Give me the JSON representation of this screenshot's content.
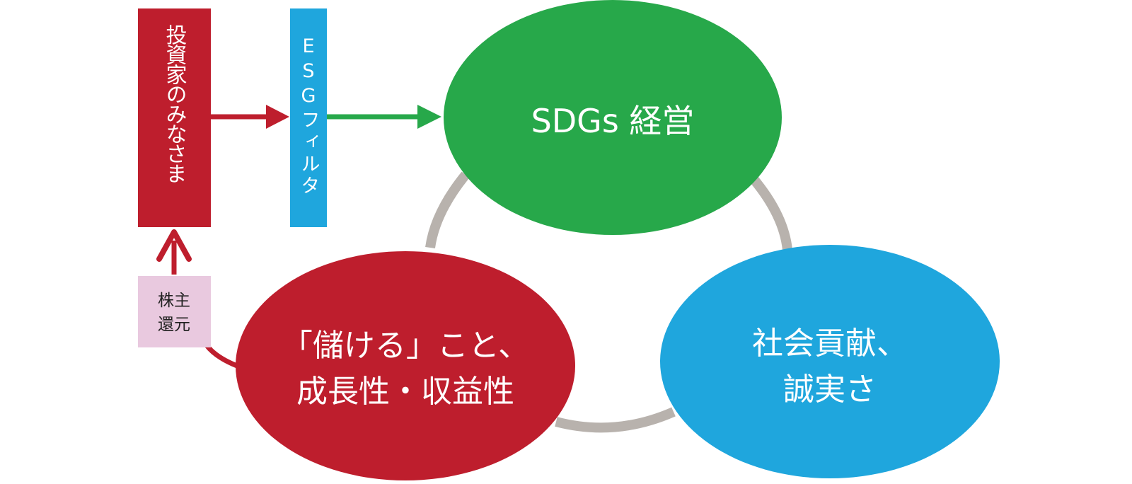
{
  "investors": {
    "label": "投資家のみなさま"
  },
  "esg_filter": {
    "label": "ESGフィルタ"
  },
  "shareholder_return": {
    "line1": "株主",
    "line2": "還元"
  },
  "sdgs": {
    "label": "SDGs 経営"
  },
  "profit": {
    "line1": "「儲ける」こと、",
    "line2": "成長性・収益性"
  },
  "social": {
    "line1": "社会貢献、",
    "line2": "誠実さ"
  },
  "colors": {
    "red": "#be1e2d",
    "blue": "#1fa6dd",
    "green": "#27a84a",
    "gray": "#b8b2ad",
    "pink": "#e9c9df"
  }
}
